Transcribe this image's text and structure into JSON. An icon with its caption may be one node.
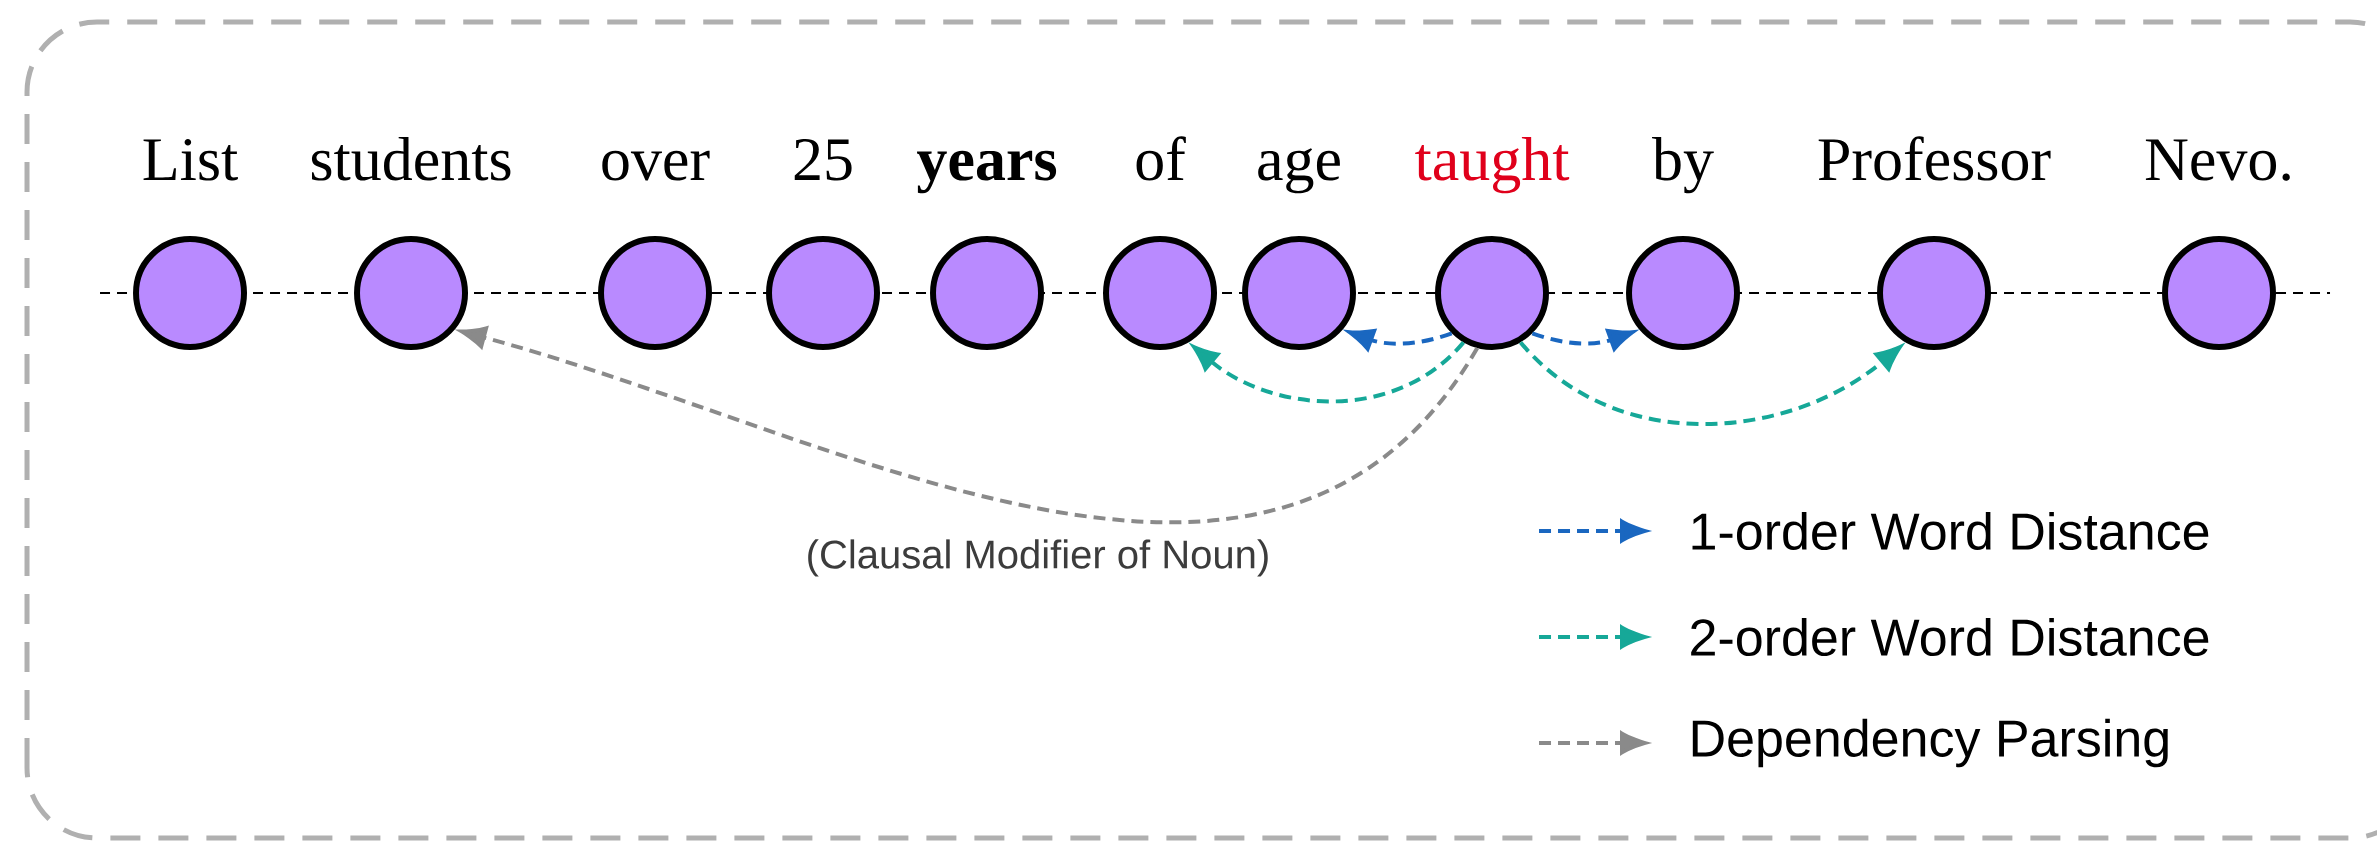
{
  "diagram": {
    "nodes": [
      {
        "text": [],
        "shape": "circle",
        "beside": [
          "List"
        ]
      },
      {
        "text": [],
        "shape": "circle",
        "beside": [
          "students"
        ]
      },
      {
        "text": [],
        "shape": "circle",
        "beside": [
          "over"
        ]
      },
      {
        "text": [],
        "shape": "circle",
        "beside": [
          "25"
        ]
      },
      {
        "text": [],
        "shape": "circle",
        "beside": [
          "years"
        ]
      },
      {
        "text": [],
        "shape": "circle",
        "beside": [
          "of"
        ]
      },
      {
        "text": [],
        "shape": "circle",
        "beside": [
          "age"
        ]
      },
      {
        "text": [],
        "shape": "circle",
        "beside": [
          "taught"
        ]
      },
      {
        "text": [],
        "shape": "circle",
        "beside": [
          "by"
        ]
      },
      {
        "text": [],
        "shape": "circle",
        "beside": [
          "Professor"
        ]
      },
      {
        "text": [],
        "shape": "circle",
        "beside": [
          "Nevo."
        ]
      }
    ],
    "edges": [
      {
        "from": 7,
        "to": 6,
        "arrow": "to",
        "style": "dashed",
        "color": "#1a67c0"
      },
      {
        "from": 7,
        "to": 8,
        "arrow": "to",
        "style": "dashed",
        "color": "#1a67c0"
      },
      {
        "from": 7,
        "to": 5,
        "arrow": "to",
        "style": "dashed",
        "color": "#16a898"
      },
      {
        "from": 7,
        "to": 9,
        "arrow": "to",
        "style": "dashed",
        "color": "#16a898"
      },
      {
        "from": 7,
        "to": 1,
        "arrow": "to",
        "style": "dashed",
        "color": "#8a8a8a",
        "label": "(Clausal Modifier of Noun)"
      }
    ],
    "legend": [
      {
        "text": "1-order Word Distance"
      },
      {
        "text": "2-order Word Distance"
      },
      {
        "text": "Dependency Parsing"
      }
    ]
  }
}
